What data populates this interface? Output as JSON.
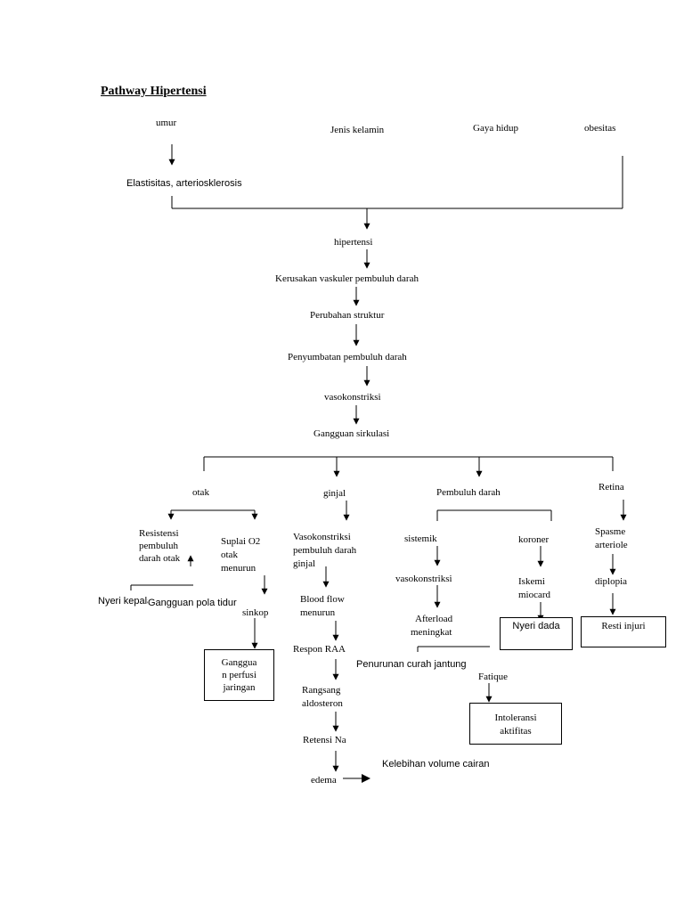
{
  "title": "Pathway Hipertensi",
  "nodes": {
    "umur": "umur",
    "jenis_kelamin": "Jenis kelamin",
    "gaya_hidup": "Gaya hidup",
    "obesitas": "obesitas",
    "elastisitas": "Elastisitas, arteriosklerosis",
    "hipertensi": "hipertensi",
    "kerusakan": "Kerusakan vaskuler pembuluh darah",
    "perubahan": "Perubahan struktur",
    "penyumbatan": "Penyumbatan pembuluh darah",
    "vasokonstriksi": "vasokonstriksi",
    "gangguan_sirkulasi": "Gangguan sirkulasi",
    "otak": "otak",
    "ginjal": "ginjal",
    "pembuluh_darah": "Pembuluh darah",
    "retina": "Retina",
    "resistensi_l1": "Resistensi",
    "resistensi_l2": "pembuluh",
    "resistensi_l3": "darah otak",
    "suplai_l1": "Suplai O2",
    "suplai_l2": "otak",
    "suplai_l3": "menurun",
    "nyeri_kepala": "Nyeri kepala",
    "gangguan_pola_tidur": "Gangguan pola tidur",
    "sinkop": "sinkop",
    "gangguan_perfusi_l1": "Ganggua",
    "gangguan_perfusi_l2": "n perfusi",
    "gangguan_perfusi_l3": "jaringan",
    "vaso_ginjal_l1": "Vasokonstriksi",
    "vaso_ginjal_l2": "pembuluh darah",
    "vaso_ginjal_l3": "ginjal",
    "blood_flow_l1": "Blood flow",
    "blood_flow_l2": "menurun",
    "respon_raa": "Respon RAA",
    "rangsang_l1": "Rangsang",
    "rangsang_l2": "aldosteron",
    "retensi_na": "Retensi Na",
    "edema": "edema",
    "kelebihan_volume": "Kelebihan volume cairan",
    "sistemik": "sistemik",
    "koroner": "koroner",
    "vaso_sistemik": "vasokonstriksi",
    "iskemi_l1": "Iskemi",
    "iskemi_l2": "miocard",
    "afterload_l1": "Afterload",
    "afterload_l2": "meningkat",
    "nyeri_dada": "Nyeri dada",
    "penurunan_curah": "Penurunan curah jantung",
    "fatique": "Fatique",
    "intoleransi_l1": "Intoleransi",
    "intoleransi_l2": "aktifitas",
    "spasme_l1": "Spasme",
    "spasme_l2": "arteriole",
    "diplopia": "diplopia",
    "resti_injuri": "Resti injuri"
  }
}
